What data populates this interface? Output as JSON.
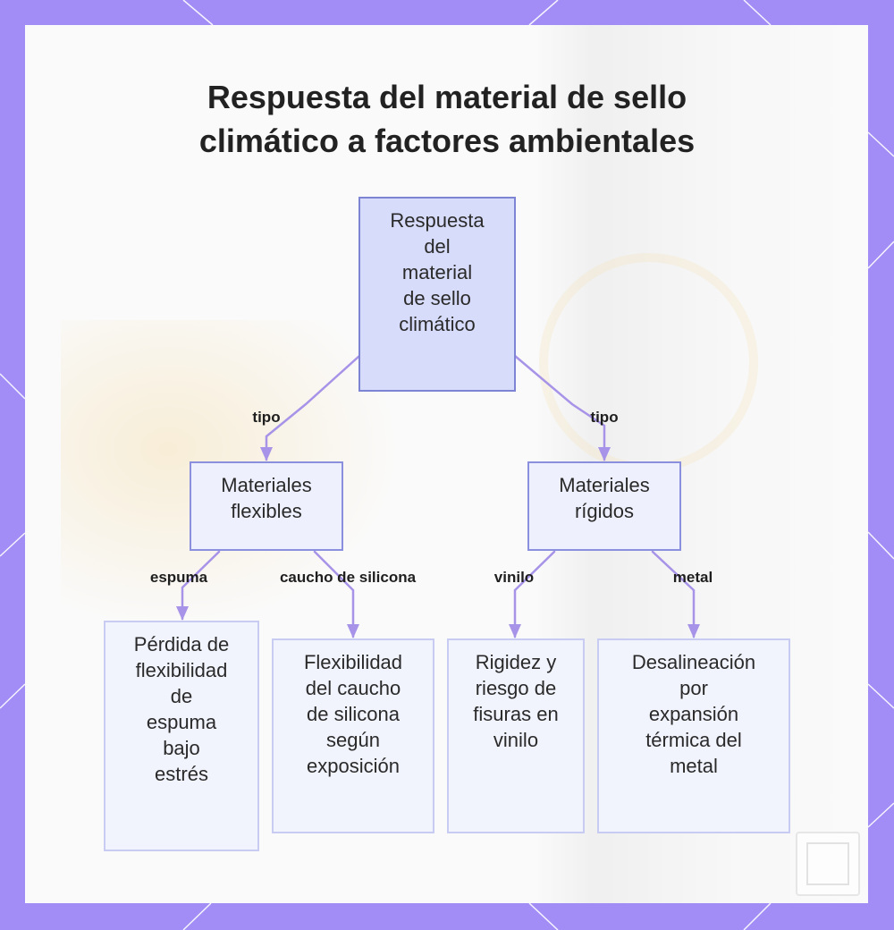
{
  "title_lines": [
    "Respuesta del material de sello",
    "climático a factores ambientales"
  ],
  "colors": {
    "frame": "#a28cf5",
    "frame_lines": "#ffffff",
    "edge": "#a793e8",
    "root_fill": "#d8dcfb",
    "root_border": "#7e84d4"
  },
  "nodes": {
    "root": [
      "Respuesta",
      "del",
      "material",
      "de sello",
      "climático"
    ],
    "flexible": [
      "Materiales",
      "flexibles"
    ],
    "rigid": [
      "Materiales",
      "rígidos"
    ],
    "foam": [
      "Pérdida de",
      "flexibilidad",
      "de",
      "espuma",
      "bajo",
      "estrés"
    ],
    "silicone": [
      "Flexibilidad",
      "del caucho",
      "de silicona",
      "según",
      "exposición"
    ],
    "vinyl": [
      "Rigidez y",
      "riesgo de",
      "fisuras en",
      "vinilo"
    ],
    "metal": [
      "Desalineación",
      "por",
      "expansión",
      "térmica del",
      "metal"
    ]
  },
  "edge_labels": {
    "root_flexible": "tipo",
    "root_rigid": "tipo",
    "flexible_foam": "espuma",
    "flexible_silicone": "caucho de silicona",
    "rigid_vinyl": "vinilo",
    "rigid_metal": "metal"
  },
  "icons": {
    "watermark": "app-logo-icon"
  }
}
